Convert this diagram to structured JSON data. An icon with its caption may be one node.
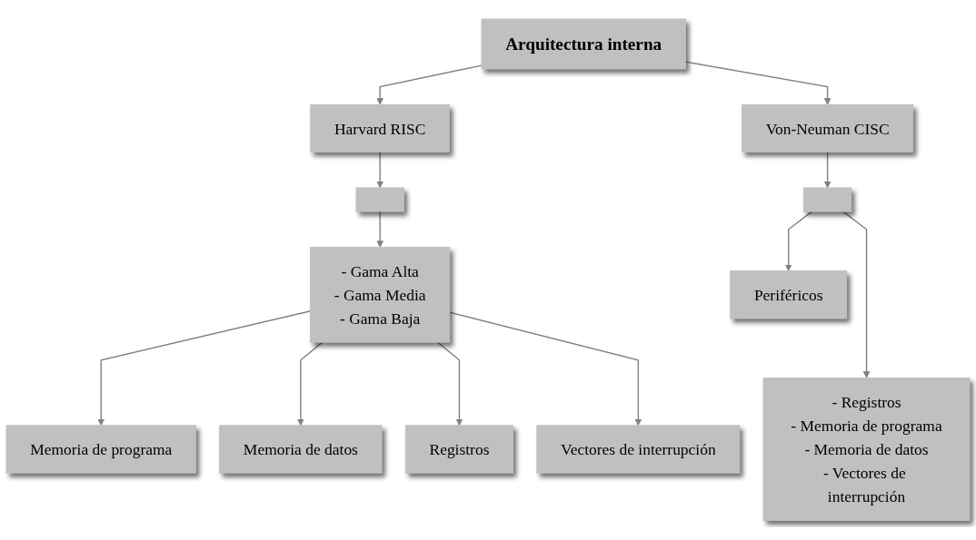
{
  "diagram": {
    "nodes": [
      {
        "text": [
          "Arquitectura interna"
        ]
      },
      {
        "text": [
          "Harvard RISC"
        ]
      },
      {
        "text": [
          "Von-Neuman CISC"
        ]
      },
      {
        "text": [],
        "shape": "box"
      },
      {
        "text": [
          "- Gama Alta",
          "- Gama Media",
          "- Gama Baja"
        ]
      },
      {
        "text": [],
        "shape": "box"
      },
      {
        "text": [
          "- Registros",
          "- Memoria de programa",
          "- Memoria de datos",
          "- Vectores de interrupción"
        ]
      },
      {
        "text": [
          "Memoria de programa"
        ]
      },
      {
        "text": [
          "Memoria de datos"
        ]
      },
      {
        "text": [
          "Registros"
        ]
      },
      {
        "text": [
          "Vectores de interrupción"
        ]
      },
      {
        "text": [
          "Periféricos"
        ]
      }
    ],
    "edges": [
      {
        "from": 0,
        "to": 1,
        "arrow": "to"
      },
      {
        "from": 0,
        "to": 2,
        "arrow": "to"
      },
      {
        "from": 1,
        "to": 3,
        "arrow": "to"
      },
      {
        "from": 3,
        "to": 4,
        "arrow": "to"
      },
      {
        "from": 4,
        "to": 7,
        "arrow": "to"
      },
      {
        "from": 4,
        "to": 8,
        "arrow": "to"
      },
      {
        "from": 4,
        "to": 9,
        "arrow": "to"
      },
      {
        "from": 4,
        "to": 10,
        "arrow": "to"
      },
      {
        "from": 2,
        "to": 5,
        "arrow": "to"
      },
      {
        "from": 5,
        "to": 6,
        "arrow": "to"
      },
      {
        "from": 5,
        "to": 11,
        "arrow": "to"
      }
    ]
  }
}
